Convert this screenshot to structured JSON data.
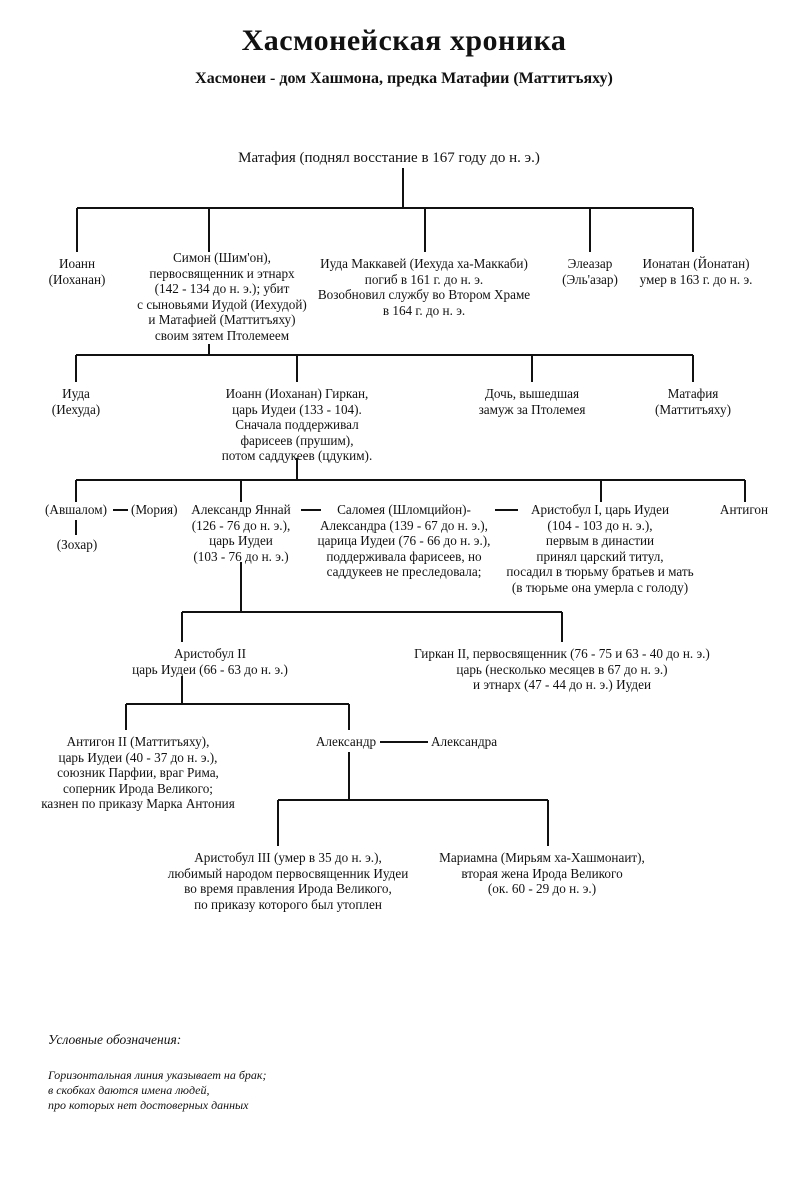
{
  "title": "Хасмонейская хроника",
  "subtitle": "Хасмонеи - дом Хашмона, предка Матафии (Маттитъяху)",
  "nodes": {
    "matathias": [
      "Матафия (поднял восстание в 167 году до н. э.)"
    ],
    "ioann": [
      "Иоанн",
      "(Иоханан)"
    ],
    "simon": [
      "Симон (Шим'он),",
      "первосвященник и этнарх",
      "(142 - 134 до н. э.); убит",
      "с сыновьями Иудой (Иехудой)",
      "и Матафией (Маттитъяху)",
      "своим зятем Птолемеем"
    ],
    "judah_maccabee": [
      "Иуда Маккавей (Иехуда ха-Маккаби)",
      "погиб в 161 г. до н. э.",
      "Возобновил службу во Втором Храме",
      "в 164 г. до н. э."
    ],
    "eleazar": [
      "Элеазар",
      "(Эль'азар)"
    ],
    "jonathan": [
      "Ионатан (Йонатан)",
      "умер в 163 г. до н. э."
    ],
    "judah_son": [
      "Иуда",
      "(Иехуда)"
    ],
    "hyrcanus": [
      "Иоанн (Иоханан) Гиркан,",
      "царь Иудеи (133 - 104).",
      "Сначала поддерживал",
      "фарисеев (прушим),",
      "потом саддукеев (цдуким)."
    ],
    "daughter": [
      "Дочь, вышедшая",
      "замуж за Птолемея"
    ],
    "matathias_son": [
      "Матафия",
      "(Маттитъяху)"
    ],
    "avshalom": [
      "(Авшалом)"
    ],
    "moria": [
      "(Мория)"
    ],
    "zohar": [
      "(Зохар)"
    ],
    "yannai": [
      "Александр Яннай",
      "(126 - 76 до н. э.),",
      "царь Иудеи",
      "(103 - 76 до н. э.)"
    ],
    "salome": [
      "Саломея (Шломцийон)-",
      "Александра (139 - 67 до н. э.),",
      "царица Иудеи (76 - 66 до н. э.),",
      "поддерживала фарисеев, но",
      "саддукеев не преследовала;"
    ],
    "aristobulus1": [
      "Аристобул I, царь Иудеи",
      "(104 - 103 до н. э.),",
      "первым в династии",
      "принял царский титул,",
      "посадил в тюрьму братьев и мать",
      "(в тюрьме она умерла с голоду)"
    ],
    "antigonus1": [
      "Антигон"
    ],
    "aristobulus2": [
      "Аристобул II",
      "царь Иудеи (66 - 63 до н. э.)"
    ],
    "hyrcanus2": [
      "Гиркан II, первосвященник (76 - 75 и 63 - 40 до н. э.)",
      "царь (несколько месяцев в 67 до н. э.)",
      "и этнарх (47 - 44 до н. э.) Иудеи"
    ],
    "antigonus2": [
      "Антигон II (Маттитъяху),",
      "царь Иудеи (40 - 37 до н. э.),",
      "союзник Парфии, враг Рима,",
      "соперник Ирода Великого;",
      "казнен по приказу Марка Антония"
    ],
    "alexander": [
      "Александр"
    ],
    "alexandra": [
      "Александра"
    ],
    "aristobulus3": [
      "Аристобул III (умер в 35 до н. э.),",
      "любимый народом первосвященник Иудеи",
      "во время правления Ирода Великого,",
      "по приказу которого был утоплен"
    ],
    "mariamne": [
      "Мариамна (Мирьям ха-Хашмонаит),",
      "вторая жена Ирода Великого",
      "(ок. 60 - 29 до н. э.)"
    ]
  },
  "legend": {
    "heading": "Условные обозначения:",
    "lines": [
      "Горизонтальная линия указывает на брак;",
      "в скобках даются имена людей,",
      "про которых нет достоверных данных"
    ]
  }
}
